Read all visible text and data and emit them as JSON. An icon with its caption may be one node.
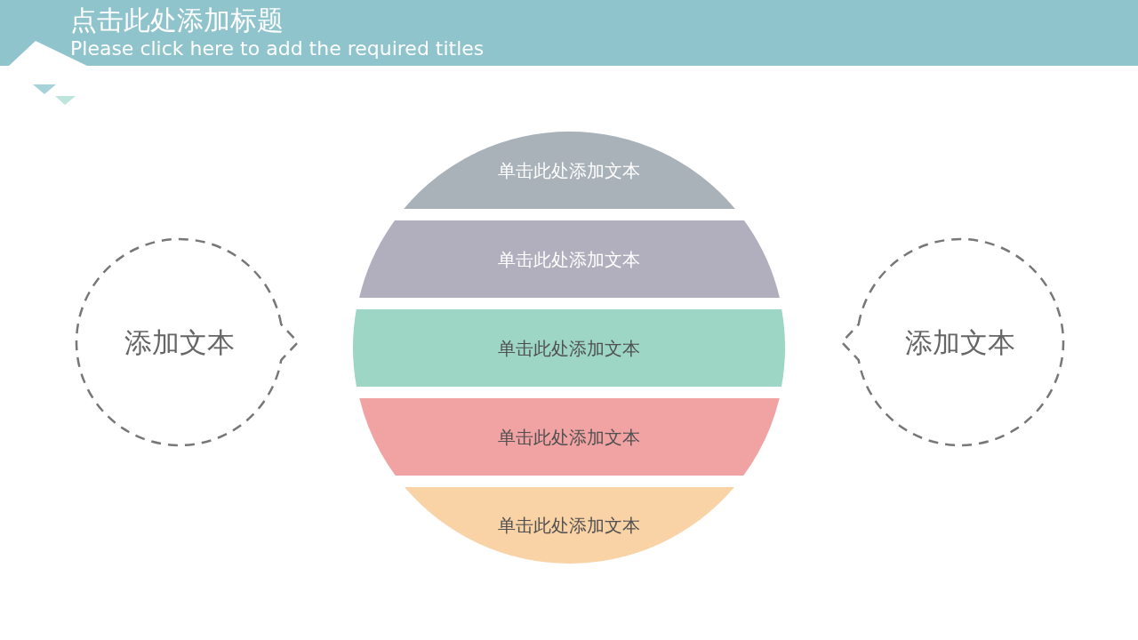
{
  "diagram": {
    "title": "点击此处添加标题",
    "nodes": [
      {
        "text": [
          "添加文本"
        ]
      },
      {
        "text": [
          "单击此处添加文本"
        ]
      },
      {
        "text": [
          "单击此处添加文本"
        ]
      },
      {
        "text": [
          "单击此处添加文本"
        ]
      },
      {
        "text": [
          "单击此处添加文本"
        ]
      },
      {
        "text": [
          "单击此处添加文本"
        ]
      },
      {
        "text": [
          "添加文本"
        ]
      }
    ],
    "labels": [
      "Please click here to add the required titles"
    ]
  }
}
